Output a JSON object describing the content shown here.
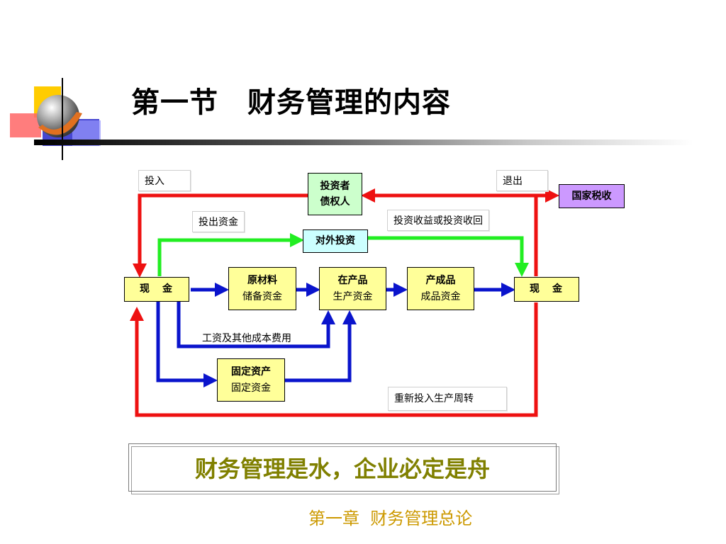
{
  "header": {
    "title": "第一节　财务管理的内容"
  },
  "diagram": {
    "labels": {
      "invest_in": "投入",
      "withdraw": "退出",
      "invest_out_funds": "投出资金",
      "invest_returns": "投资收益或投资收回",
      "wages_costs": "工资及其他成本费用",
      "reinvest": "重新投入生产周转"
    },
    "nodes": {
      "investors": {
        "line1": "投资者",
        "line2": "债权人"
      },
      "national_tax": {
        "line1": "国家税收"
      },
      "external_investment": {
        "line1": "对外投资"
      },
      "cash_left": {
        "char1": "现",
        "char2": "金"
      },
      "raw_materials": {
        "line1": "原材料",
        "line2": "储备资金"
      },
      "wip": {
        "line1": "在产品",
        "line2": "生产资金"
      },
      "finished_goods": {
        "line1": "产成品",
        "line2": "成品资金"
      },
      "cash_right": {
        "char1": "现",
        "char2": "金"
      },
      "fixed_assets": {
        "line1": "固定资产",
        "line2": "固定资金"
      }
    },
    "colors": {
      "red_flow": "#ee1111",
      "green_flow": "#22ee22",
      "blue_flow": "#0a14cc"
    }
  },
  "slogan": "财务管理是水，企业必定是舟",
  "footer": "第一章  财务管理总论"
}
